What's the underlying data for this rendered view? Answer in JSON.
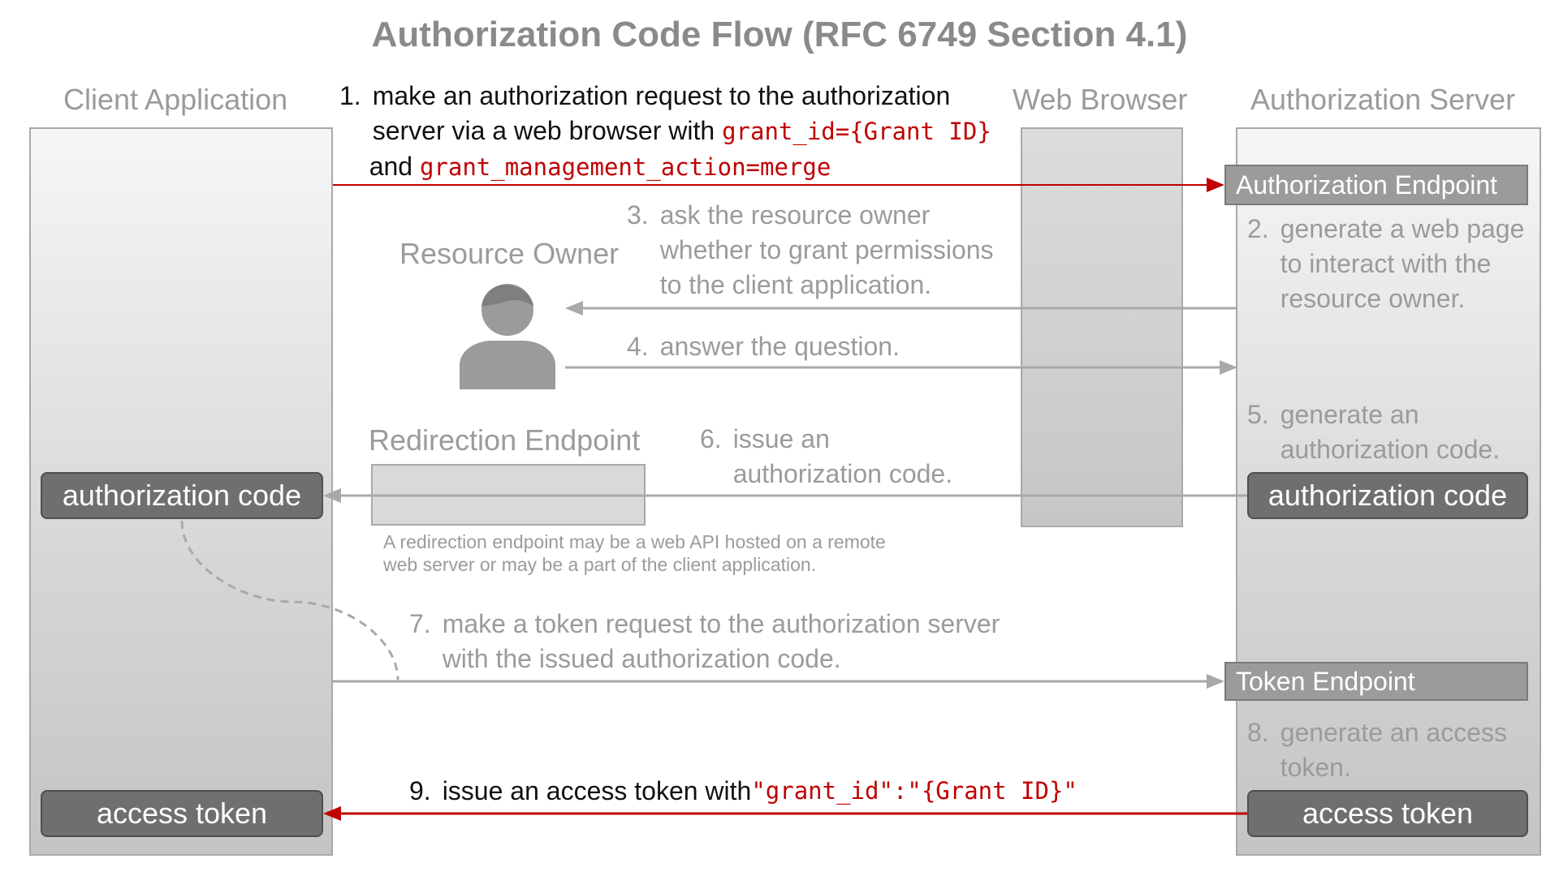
{
  "title": "Authorization Code Flow (RFC 6749 Section 4.1)",
  "columns": {
    "client": "Client Application",
    "browser": "Web Browser",
    "server": "Authorization Server"
  },
  "resource_owner": {
    "label": "Resource Owner"
  },
  "redirection_endpoint": {
    "label": "Redirection Endpoint",
    "note_line1": "A redirection endpoint may be a web API hosted on a remote",
    "note_line2": "web server or may be a part of the client application."
  },
  "endpoints": {
    "authorization": "Authorization Endpoint",
    "token": "Token Endpoint"
  },
  "client_pills": {
    "authorization_code": "authorization code",
    "access_token": "access token"
  },
  "server_pills": {
    "authorization_code": "authorization code",
    "access_token": "access token"
  },
  "steps": {
    "s1": {
      "num": "1.",
      "line1": "make an authorization request to the authorization",
      "line2_text": "server via a web browser with ",
      "line2_code": "grant_id={Grant ID}",
      "line3_text": "and ",
      "line3_code": "grant_management_action=merge"
    },
    "s2": {
      "num": "2.",
      "line1": "generate a web page",
      "line2": "to interact with the",
      "line3": "resource owner."
    },
    "s3": {
      "num": "3.",
      "line1": "ask the resource owner",
      "line2": "whether to grant permissions",
      "line3": "to the client application."
    },
    "s4": {
      "num": "4.",
      "line1": "answer the question."
    },
    "s5": {
      "num": "5.",
      "line1": "generate an",
      "line2": "authorization code."
    },
    "s6": {
      "num": "6.",
      "line1": "issue an",
      "line2": "authorization code."
    },
    "s7": {
      "num": "7.",
      "line1": "make a token request to the authorization server",
      "line2": "with the issued authorization code."
    },
    "s8": {
      "num": "8.",
      "line1": "generate an access",
      "line2": "token."
    },
    "s9": {
      "num": "9.",
      "text": "issue an access token with ",
      "code": "\"grant_id\":\"{Grant ID}\""
    }
  },
  "colors": {
    "highlight_red": "#c00000",
    "gray_text": "#9b9b9b",
    "pill_bg": "#6f6f6f",
    "endpoint_bg": "#9b9b9b"
  }
}
